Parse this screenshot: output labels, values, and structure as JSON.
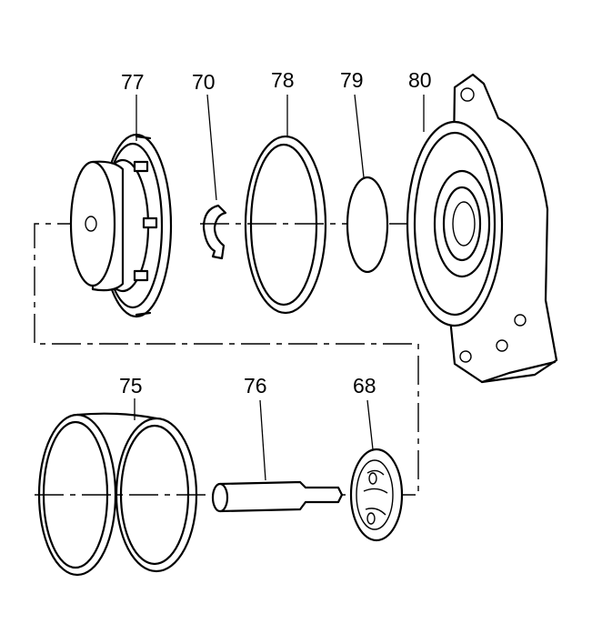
{
  "callouts": {
    "c77": "77",
    "c70": "70",
    "c78": "78",
    "c79": "79",
    "c80": "80",
    "c75": "75",
    "c76": "76",
    "c68": "68"
  },
  "colors": {
    "line": "#000000",
    "background": "#ffffff"
  }
}
